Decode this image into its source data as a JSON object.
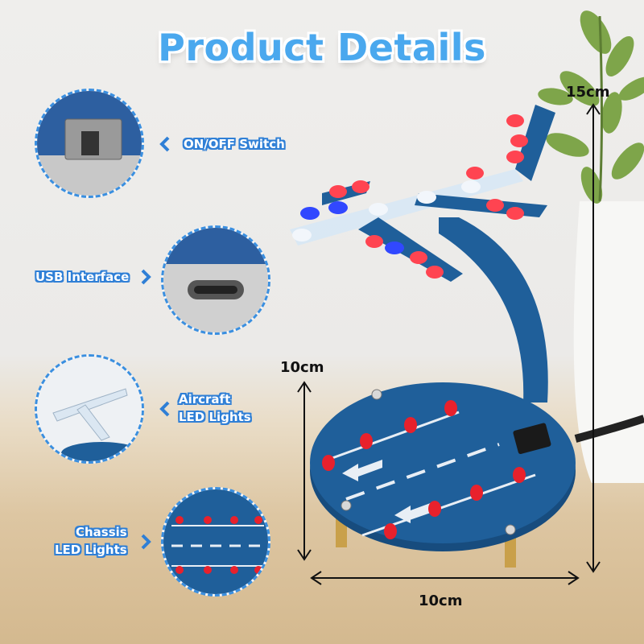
{
  "title": "Product Details",
  "features": {
    "switch": "ON/OFF Switch",
    "usb": "USB Interface",
    "aircraft_line1": "Aircraft",
    "aircraft_line2": "LED Lights",
    "chassis_line1": "Chassis",
    "chassis_line2": "LED Lights"
  },
  "dimensions": {
    "height": "15cm",
    "base_height": "10cm",
    "base_width": "10cm"
  },
  "colors": {
    "title": "#4aa8ee",
    "label_outline": "#2f7fd6",
    "pcb": "#1f5f9a",
    "led_red": "#e8212c",
    "led_blue": "#2a3ff0"
  }
}
